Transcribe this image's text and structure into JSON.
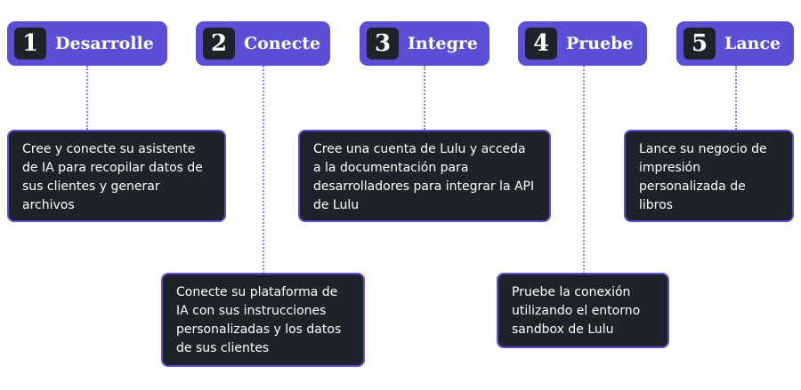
{
  "steps": [
    {
      "number": "1",
      "title": "Desarrolle",
      "description": "Cree y conecte su asistente de IA para recopilar datos de sus clientes y generar archivos"
    },
    {
      "number": "2",
      "title": "Conecte",
      "description": "Conecte su plataforma de IA con sus instrucciones personalizadas y los datos de sus clientes"
    },
    {
      "number": "3",
      "title": "Integre",
      "description": "Cree una cuenta de Lulu y acceda a la documentación para desarrolladores para integrar la API de Lulu"
    },
    {
      "number": "4",
      "title": "Pruebe",
      "description": "Pruebe la conexión utilizando el entorno sandbox de Lulu"
    },
    {
      "number": "5",
      "title": "Lance",
      "description": "Lance su negocio de impresión personalizada de libros"
    }
  ],
  "colors": {
    "header_background": "#5b4fd6",
    "box_background": "#1e2229",
    "connector": "#8a7fe6"
  }
}
